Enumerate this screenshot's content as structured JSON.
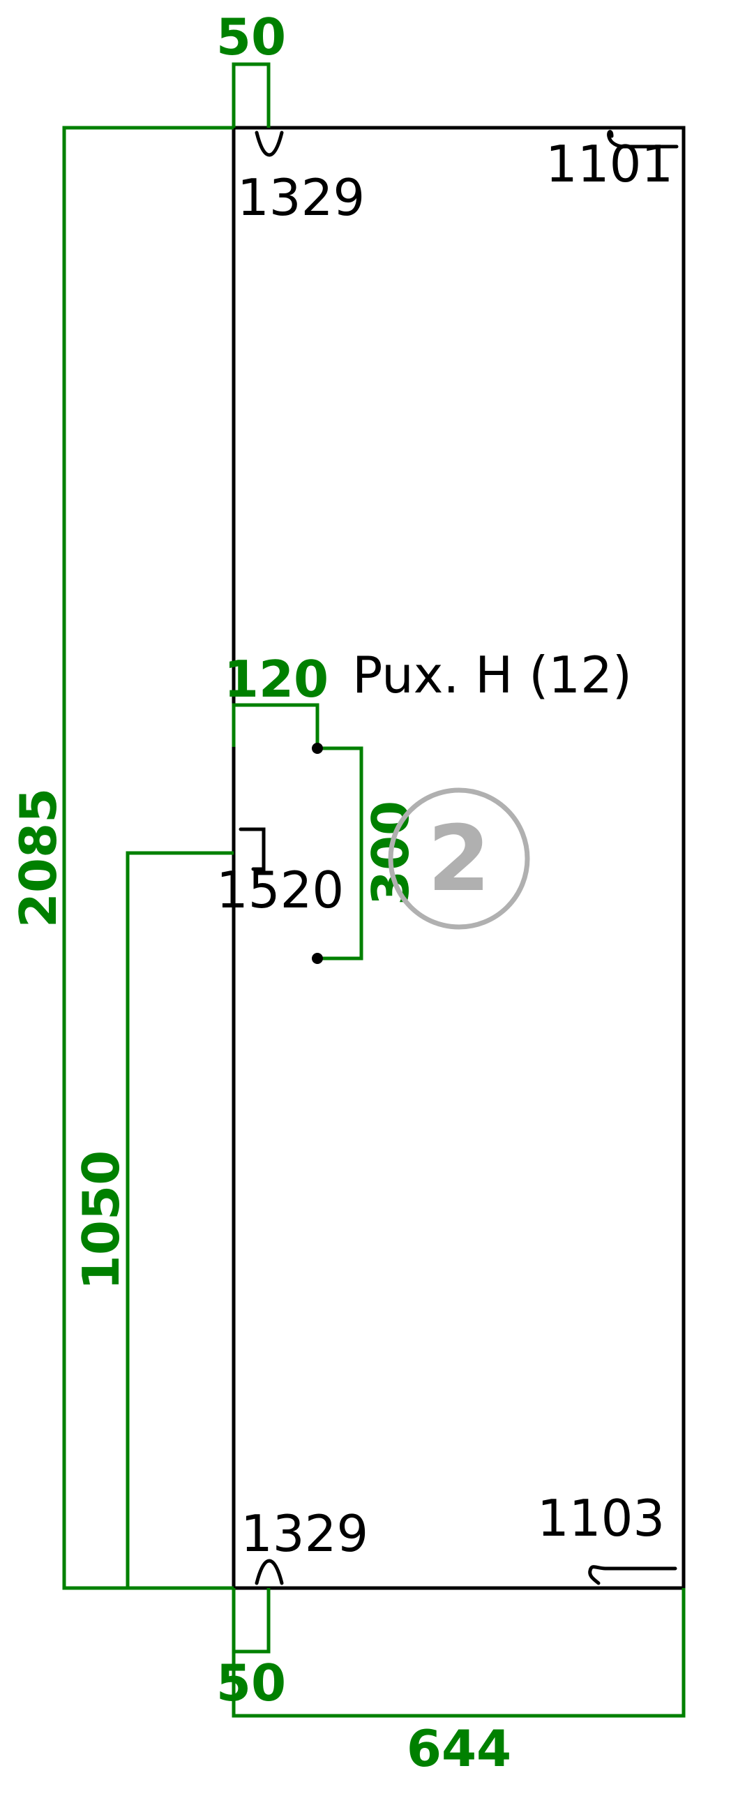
{
  "panel_label": "Pux. H (12)",
  "badge": "2",
  "hardware": {
    "top_left": "1329",
    "top_right": "1101",
    "middle_left": "1520",
    "bottom_left": "1329",
    "bottom_right": "1103"
  },
  "dimensions": {
    "height": "2085",
    "width": "644",
    "top_offset": "50",
    "bottom_offset": "50",
    "handle_offset": "120",
    "handle_spacing": "300",
    "handle_height": "1050"
  },
  "colors": {
    "dimension": "#008000",
    "outline": "#000000",
    "badge": "#b0b0b0"
  }
}
